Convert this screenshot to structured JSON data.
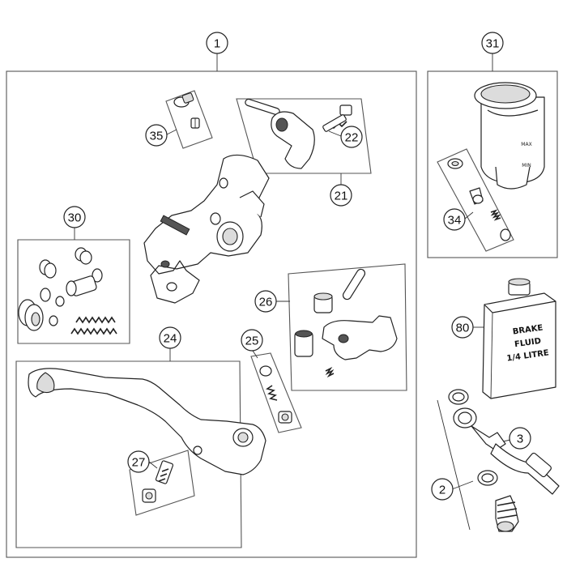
{
  "callouts": {
    "c1": "1",
    "c2": "2",
    "c3": "3",
    "c21": "21",
    "c22": "22",
    "c24": "24",
    "c25": "25",
    "c26": "26",
    "c27": "27",
    "c30": "30",
    "c31": "31",
    "c34": "34",
    "c35": "35",
    "c80": "80"
  },
  "can_label": {
    "line1": "BRAKE",
    "line2": "FLUID",
    "line3": "1/4 LITRE"
  },
  "reservoir_marks": {
    "max": "MAX",
    "min": "MIN"
  }
}
